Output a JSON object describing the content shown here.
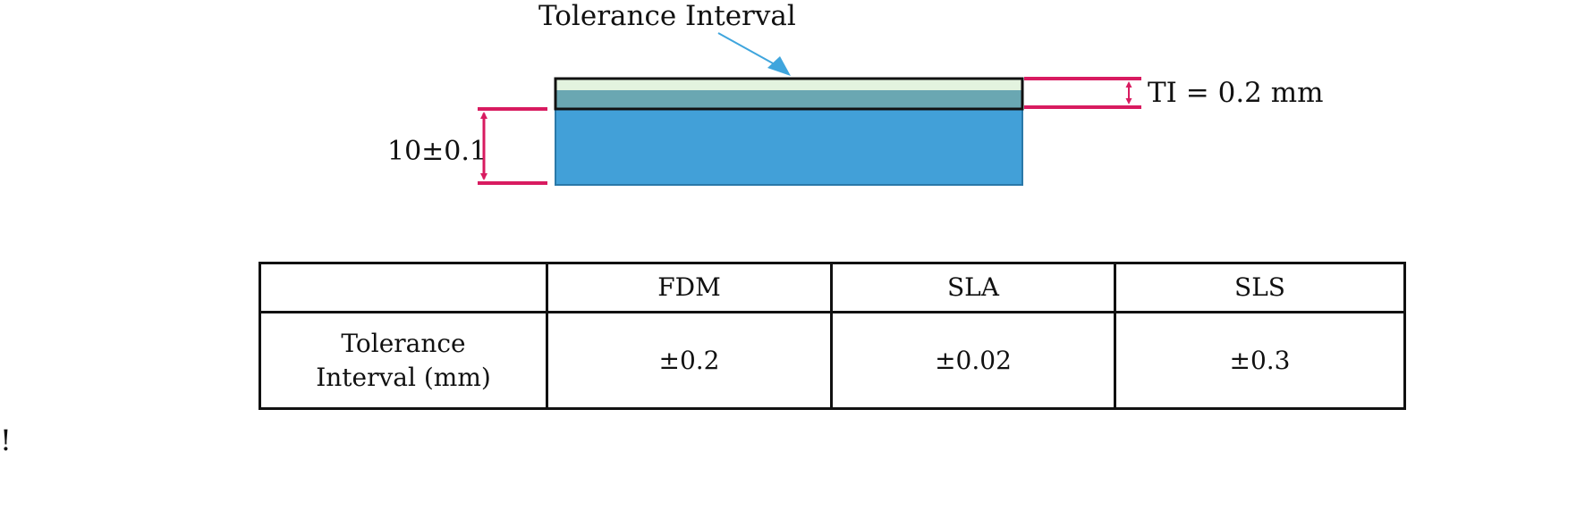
{
  "diagram": {
    "tolerance_label": "Tolerance Interval",
    "ti_label": "TI = 0.2 mm",
    "nominal_label": "10±0.1",
    "colors": {
      "dimension_line": "#d81b60",
      "part_fill": "#42a0d8",
      "part_edge": "#2a78a8",
      "band_top": "#e3f3df",
      "band_mid": "#6aa7b2",
      "band_outline": "#111111",
      "pointer": "#3fa5dd"
    }
  },
  "table": {
    "header": [
      "",
      "FDM",
      "SLA",
      "SLS"
    ],
    "rows": [
      {
        "label": "Tolerance Interval (mm)",
        "values": [
          "±0.2",
          "±0.02",
          "±0.3"
        ]
      }
    ]
  },
  "stray_mark": "!"
}
